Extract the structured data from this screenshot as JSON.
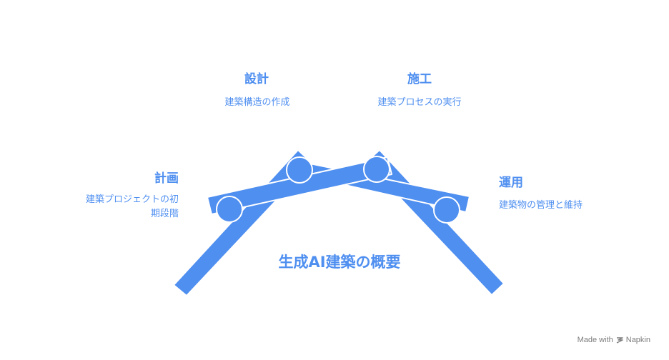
{
  "center_title": "生成AI建築の概要",
  "stages": {
    "planning": {
      "title": "計画",
      "desc_line1": "建築プロジェクトの初",
      "desc_line2": "期段階"
    },
    "design": {
      "title": "設計",
      "desc": "建築構造の作成"
    },
    "construction": {
      "title": "施工",
      "desc": "建築プロセスの実行"
    },
    "operation": {
      "title": "運用",
      "desc": "建築物の管理と維持"
    }
  },
  "footer": {
    "made_with": "Made with",
    "brand": "Napkin"
  },
  "colors": {
    "accent": "#4f8ff0",
    "stroke": "#ffffff",
    "credit": "#7d7d7d"
  },
  "icons": {
    "brand_icon": "napkin-logo-icon"
  }
}
